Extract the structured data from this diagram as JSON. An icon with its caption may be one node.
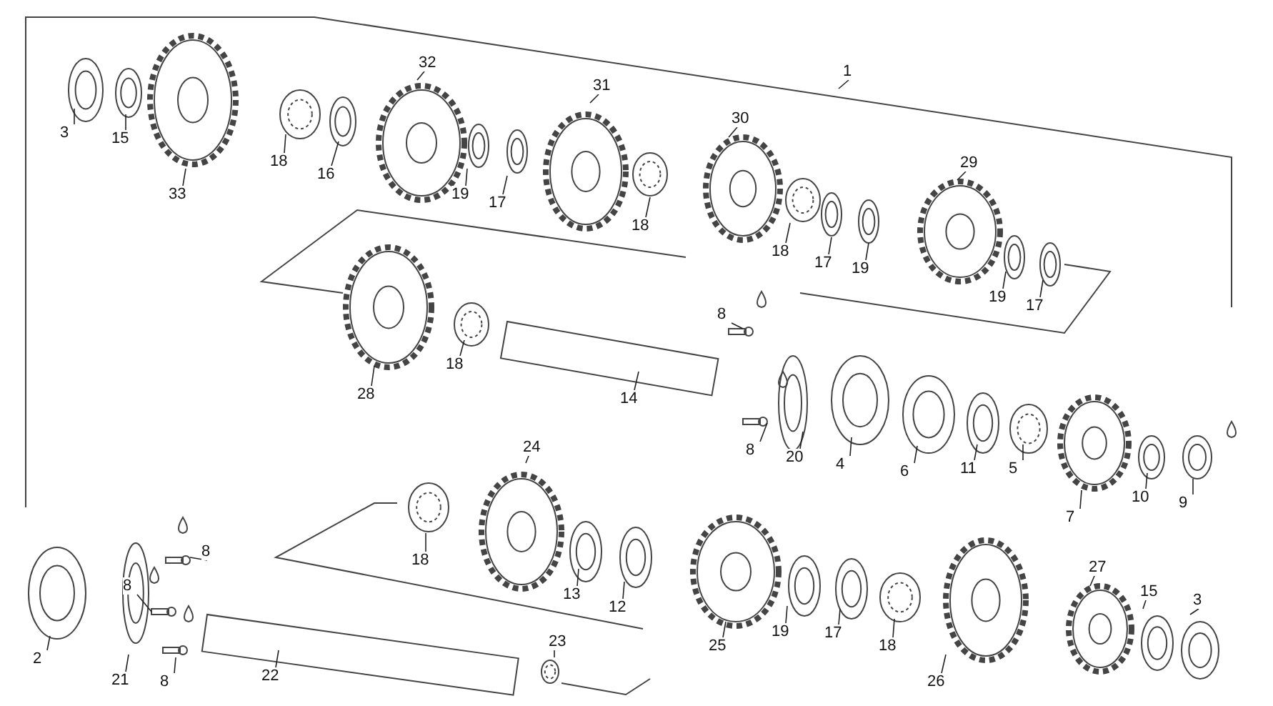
{
  "diagram": {
    "nodes": [
      {
        "text": [
          "1"
        ]
      },
      {
        "text": [
          "3"
        ]
      },
      {
        "text": [
          "15"
        ]
      },
      {
        "text": [
          "33"
        ]
      },
      {
        "text": [
          "32"
        ]
      },
      {
        "text": [
          "18"
        ]
      },
      {
        "text": [
          "16"
        ]
      },
      {
        "text": [
          "31"
        ]
      },
      {
        "text": [
          "19"
        ]
      },
      {
        "text": [
          "17"
        ]
      },
      {
        "text": [
          "30"
        ]
      },
      {
        "text": [
          "18"
        ]
      },
      {
        "text": [
          "18"
        ]
      },
      {
        "text": [
          "17"
        ]
      },
      {
        "text": [
          "19"
        ]
      },
      {
        "text": [
          "29"
        ]
      },
      {
        "text": [
          "19"
        ]
      },
      {
        "text": [
          "17"
        ]
      },
      {
        "text": [
          "28"
        ]
      },
      {
        "text": [
          "18"
        ]
      },
      {
        "text": [
          "8"
        ]
      },
      {
        "text": [
          "14"
        ]
      },
      {
        "text": [
          "8"
        ]
      },
      {
        "text": [
          "20"
        ]
      },
      {
        "text": [
          "4"
        ]
      },
      {
        "text": [
          "6"
        ]
      },
      {
        "text": [
          "11"
        ]
      },
      {
        "text": [
          "5"
        ]
      },
      {
        "text": [
          "7"
        ]
      },
      {
        "text": [
          "10"
        ]
      },
      {
        "text": [
          "9"
        ]
      },
      {
        "text": [
          "24"
        ]
      },
      {
        "text": [
          "18"
        ]
      },
      {
        "text": [
          "13"
        ]
      },
      {
        "text": [
          "12"
        ]
      },
      {
        "text": [
          "2"
        ]
      },
      {
        "text": [
          "8"
        ]
      },
      {
        "text": [
          "8"
        ]
      },
      {
        "text": [
          "21"
        ]
      },
      {
        "text": [
          "8"
        ]
      },
      {
        "text": [
          "22"
        ]
      },
      {
        "text": [
          "23"
        ]
      },
      {
        "text": [
          "25"
        ]
      },
      {
        "text": [
          "19"
        ]
      },
      {
        "text": [
          "17"
        ]
      },
      {
        "text": [
          "18"
        ]
      },
      {
        "text": [
          "26"
        ]
      },
      {
        "text": [
          "27"
        ]
      },
      {
        "text": [
          "15"
        ]
      },
      {
        "text": [
          "3"
        ]
      }
    ],
    "edges": [
      {
        "from": 0,
        "to": null,
        "arrow": "none"
      },
      {
        "from": 1,
        "to": null,
        "arrow": "none"
      },
      {
        "from": 2,
        "to": null,
        "arrow": "none"
      },
      {
        "from": 3,
        "to": null,
        "arrow": "none"
      },
      {
        "from": 4,
        "to": null,
        "arrow": "none"
      },
      {
        "from": 5,
        "to": null,
        "arrow": "none"
      },
      {
        "from": 6,
        "to": null,
        "arrow": "none"
      },
      {
        "from": 7,
        "to": null,
        "arrow": "none"
      },
      {
        "from": 8,
        "to": null,
        "arrow": "none"
      },
      {
        "from": 9,
        "to": null,
        "arrow": "none"
      },
      {
        "from": 10,
        "to": null,
        "arrow": "none"
      },
      {
        "from": 11,
        "to": null,
        "arrow": "none"
      },
      {
        "from": 12,
        "to": null,
        "arrow": "none"
      },
      {
        "from": 13,
        "to": null,
        "arrow": "none"
      },
      {
        "from": 14,
        "to": null,
        "arrow": "none"
      },
      {
        "from": 15,
        "to": null,
        "arrow": "none"
      },
      {
        "from": 16,
        "to": null,
        "arrow": "none"
      },
      {
        "from": 17,
        "to": null,
        "arrow": "none"
      },
      {
        "from": 18,
        "to": null,
        "arrow": "none"
      },
      {
        "from": 19,
        "to": null,
        "arrow": "none"
      },
      {
        "from": 20,
        "to": null,
        "arrow": "none"
      },
      {
        "from": 21,
        "to": null,
        "arrow": "none"
      },
      {
        "from": 22,
        "to": null,
        "arrow": "none"
      },
      {
        "from": 23,
        "to": null,
        "arrow": "none"
      },
      {
        "from": 24,
        "to": null,
        "arrow": "none"
      },
      {
        "from": 25,
        "to": null,
        "arrow": "none"
      },
      {
        "from": 26,
        "to": null,
        "arrow": "none"
      },
      {
        "from": 27,
        "to": null,
        "arrow": "none"
      },
      {
        "from": 28,
        "to": null,
        "arrow": "none"
      },
      {
        "from": 29,
        "to": null,
        "arrow": "none"
      },
      {
        "from": 30,
        "to": null,
        "arrow": "none"
      },
      {
        "from": 31,
        "to": null,
        "arrow": "none"
      },
      {
        "from": 32,
        "to": null,
        "arrow": "none"
      },
      {
        "from": 33,
        "to": null,
        "arrow": "none"
      },
      {
        "from": 34,
        "to": null,
        "arrow": "none"
      },
      {
        "from": 35,
        "to": null,
        "arrow": "none"
      },
      {
        "from": 36,
        "to": null,
        "arrow": "none"
      },
      {
        "from": 37,
        "to": null,
        "arrow": "none"
      },
      {
        "from": 38,
        "to": null,
        "arrow": "none"
      },
      {
        "from": 39,
        "to": null,
        "arrow": "none"
      },
      {
        "from": 40,
        "to": null,
        "arrow": "none"
      },
      {
        "from": 41,
        "to": null,
        "arrow": "none"
      },
      {
        "from": 42,
        "to": null,
        "arrow": "none"
      },
      {
        "from": 43,
        "to": null,
        "arrow": "none"
      },
      {
        "from": 44,
        "to": null,
        "arrow": "none"
      },
      {
        "from": 45,
        "to": null,
        "arrow": "none"
      },
      {
        "from": 46,
        "to": null,
        "arrow": "none"
      },
      {
        "from": 47,
        "to": null,
        "arrow": "none"
      },
      {
        "from": 48,
        "to": null,
        "arrow": "none"
      },
      {
        "from": 49,
        "to": null,
        "arrow": "none"
      }
    ]
  }
}
